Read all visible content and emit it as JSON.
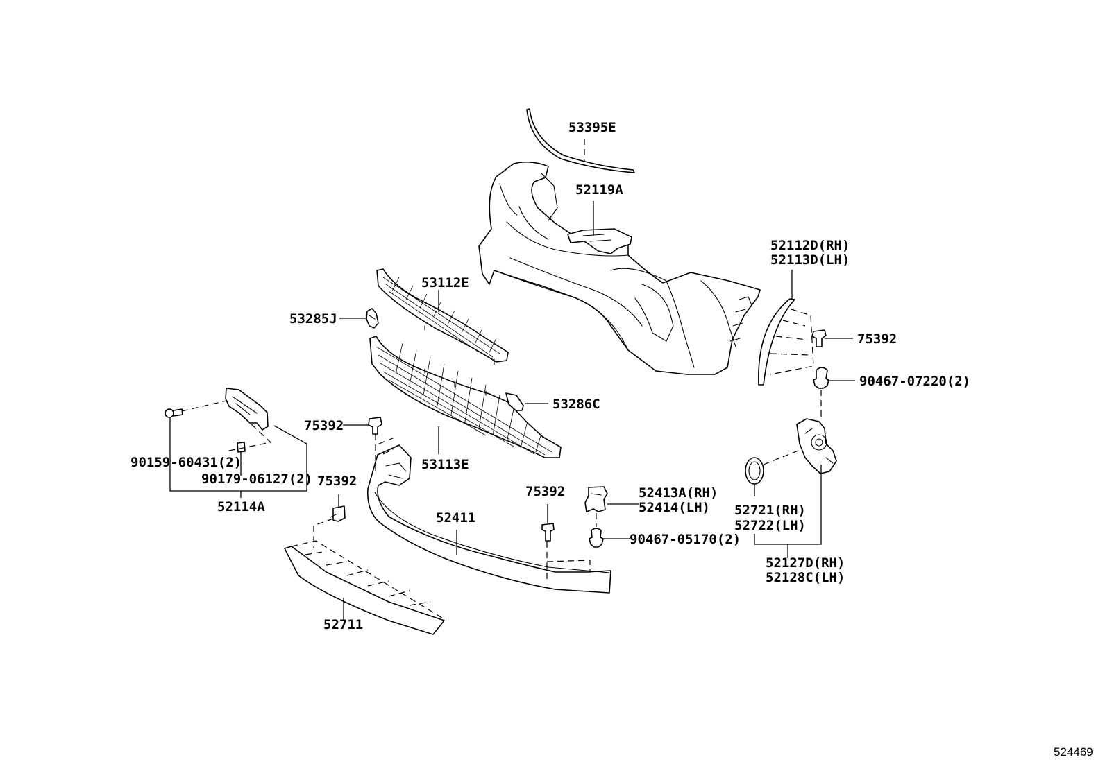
{
  "diagram": {
    "reference_number": "524469",
    "callouts": {
      "p53395E": "53395E",
      "p52119A": "52119A",
      "p53112E": "53112E",
      "p53285J": "53285J",
      "p52112D": "52112D(RH)",
      "p52113D": "52113D(LH)",
      "p75392_r": "75392",
      "p90467_07220": "90467-07220(2)",
      "p53286C": "53286C",
      "p53113E": "53113E",
      "p75392_ml": "75392",
      "p90159": "90159-60431(2)",
      "p90179": "90179-06127(2)",
      "p52114A": "52114A",
      "p75392_l": "75392",
      "p52411": "52411",
      "p75392_m": "75392",
      "p52413A": "52413A(RH)",
      "p52414": "52414(LH)",
      "p90467_05170": "90467-05170(2)",
      "p52721": "52721(RH)",
      "p52722": "52722(LH)",
      "p52127D": "52127D(RH)",
      "p52128C": "52128C(LH)",
      "p52711": "52711"
    }
  }
}
